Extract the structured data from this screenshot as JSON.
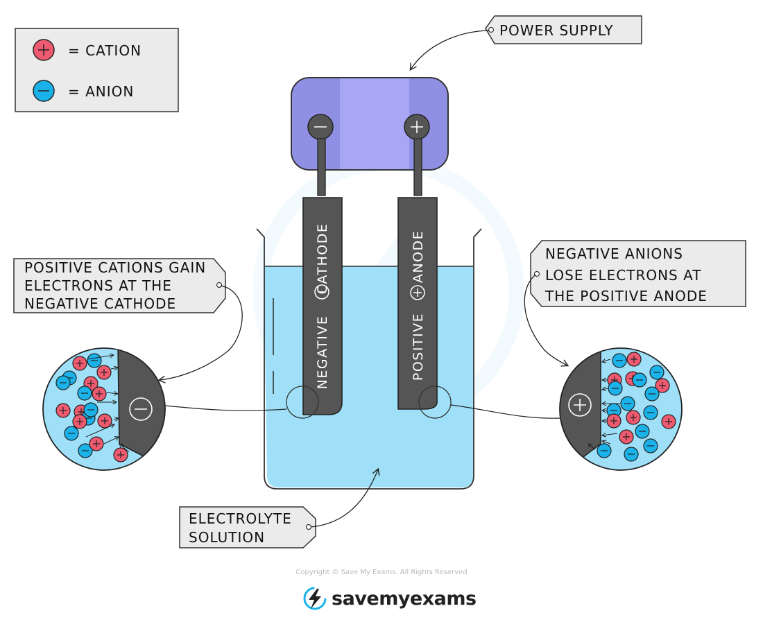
{
  "legend": {
    "cation": "= CATION",
    "anion": "= ANION"
  },
  "labels": {
    "power_supply": "POWER SUPPLY",
    "cathode_note": [
      "POSITIVE CATIONS GAIN",
      "ELECTRONS AT THE",
      "NEGATIVE CATHODE"
    ],
    "anode_note": [
      "NEGATIVE ANIONS",
      "LOSE ELECTRONS AT",
      "THE POSITIVE ANODE"
    ],
    "electrolyte": [
      "ELECTROLYTE",
      "SOLUTION"
    ],
    "cathode_rod": {
      "left": "NEGATIVE",
      "right": "CATHODE"
    },
    "anode_rod": {
      "left": "POSITIVE",
      "right": "ANODE"
    }
  },
  "footer": {
    "copyright": "Copyright © Save My Exams. All Rights Reserved",
    "brand": "savemyexams"
  },
  "colors": {
    "cation": "#ee5a6f",
    "anion": "#1ab2e8",
    "electrode": "#555555",
    "electrolyte": "#9fe0f8",
    "power_supply": "#8f8fe3",
    "label_box": "#ebebeb"
  }
}
